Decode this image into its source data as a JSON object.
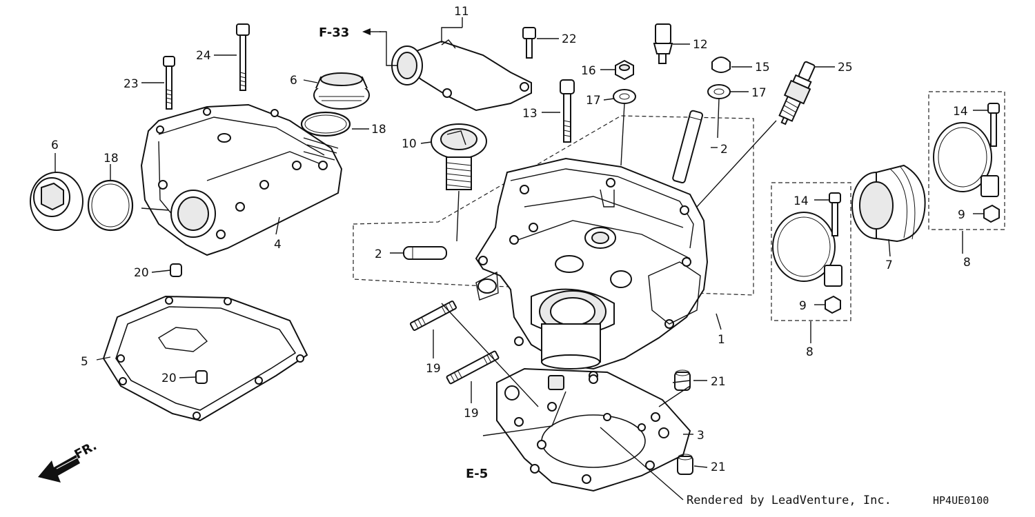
{
  "refs": {
    "f33": "F-33",
    "e5": "E-5",
    "fr": "FR."
  },
  "credit": "Rendered by LeadVenture, Inc.",
  "diagram_code": "HP4UE0100",
  "labels": {
    "l1": "1",
    "l2a": "2",
    "l2b": "2",
    "l3": "3",
    "l4": "4",
    "l5": "5",
    "l6a": "6",
    "l6b": "6",
    "l7": "7",
    "l8a": "8",
    "l8b": "8",
    "l9a": "9",
    "l9b": "9",
    "l10": "10",
    "l11": "11",
    "l12": "12",
    "l13": "13",
    "l14a": "14",
    "l14b": "14",
    "l15": "15",
    "l16": "16",
    "l17a": "17",
    "l17b": "17",
    "l18a": "18",
    "l18b": "18",
    "l19a": "19",
    "l19b": "19",
    "l20a": "20",
    "l20b": "20",
    "l21a": "21",
    "l21b": "21",
    "l22": "22",
    "l23": "23",
    "l24": "24",
    "l25": "25"
  },
  "icons": {
    "front_arrow": "arrow-down-left-icon"
  }
}
